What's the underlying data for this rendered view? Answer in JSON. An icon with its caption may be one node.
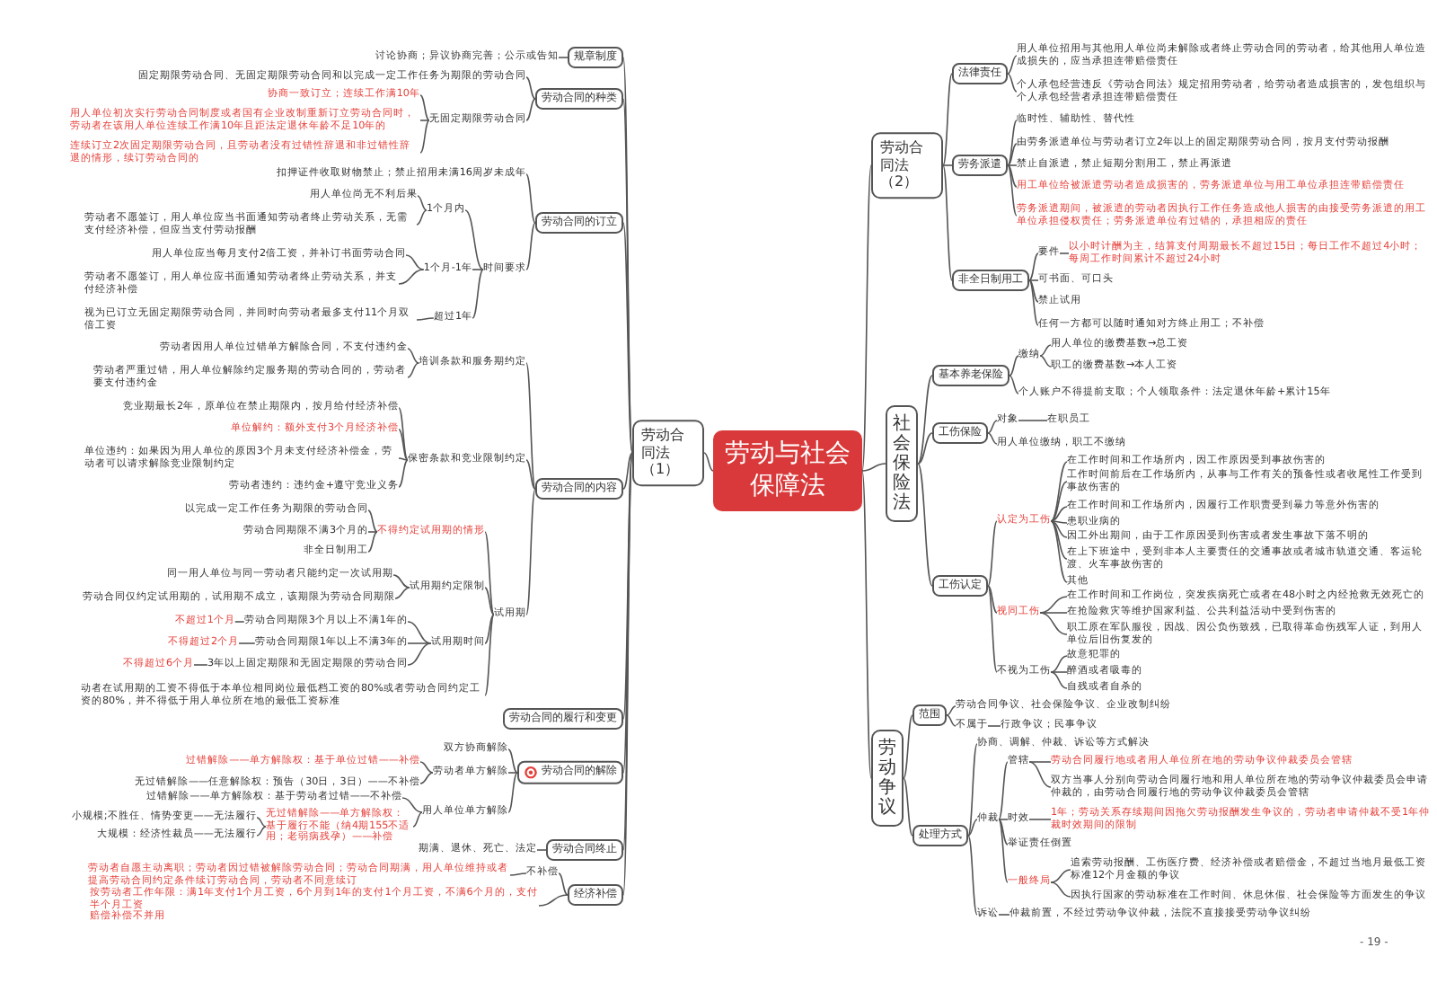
{
  "diagram": {
    "nodes": [
      {
        "text": [
          "劳动与社会保障法"
        ]
      },
      {
        "text": [
          "劳动合同法（1）"
        ]
      },
      {
        "text": [
          "规章制度"
        ]
      },
      {
        "text": [
          "讨论协商；异议协商完善；公示或告知"
        ]
      },
      {
        "text": [
          "劳动合同的种类"
        ]
      },
      {
        "text": [
          "固定期限劳动合同、无固定期限劳动合同和以完成一定工作任务为期限的劳动合同"
        ]
      },
      {
        "text": [
          "无固定期限劳动合同"
        ]
      },
      {
        "text": [
          "协商一致订立；连续工作满10年"
        ]
      },
      {
        "text": [
          "用人单位初次实行劳动合同制度或者国有企业改制重新订立劳动合同时，劳动者在该用人单位连续工作满10年且距法定退休年龄不足10年的"
        ]
      },
      {
        "text": [
          "连续订立2次固定期限劳动合同，且劳动者没有过错性辞退和非过错性辞退的情形，续订劳动合同的"
        ]
      },
      {
        "text": [
          "劳动合同的订立"
        ]
      },
      {
        "text": [
          "扣押证件收取财物禁止；禁止招用未满16周岁未成年"
        ]
      },
      {
        "text": [
          "时间要求"
        ]
      },
      {
        "text": [
          "1个月内"
        ]
      },
      {
        "text": [
          "用人单位尚无不利后果"
        ]
      },
      {
        "text": [
          "劳动者不愿签订，用人单位应当书面通知劳动者终止劳动关系，无需支付经济补偿，但应当支付劳动报酬"
        ]
      },
      {
        "text": [
          "1个月-1年"
        ]
      },
      {
        "text": [
          "用人单位应当每月支付2倍工资，并补订书面劳动合同"
        ]
      },
      {
        "text": [
          "劳动者不愿签订，用人单位应书面通知劳动者终止劳动关系，并支付经济补偿"
        ]
      },
      {
        "text": [
          "超过1年"
        ]
      },
      {
        "text": [
          "视为已订立无固定期限劳动合同，并同时向劳动者最多支付11个月双倍工资"
        ]
      },
      {
        "text": [
          "劳动合同的内容"
        ]
      },
      {
        "text": [
          "培训条款和服务期约定"
        ]
      },
      {
        "text": [
          "劳动者因用人单位过错单方解除合同，不支付违约金"
        ]
      },
      {
        "text": [
          "劳动者严重过错，用人单位解除约定服务期的劳动合同的，劳动者要支付违约金"
        ]
      },
      {
        "text": [
          "保密条款和竞业限制约定"
        ]
      },
      {
        "text": [
          "竞业期最长2年，原单位在禁止期限内，按月给付经济补偿"
        ]
      },
      {
        "text": [
          "单位解约：额外支付3个月经济补偿"
        ]
      },
      {
        "text": [
          "单位违约：如果因为用人单位的原因3个月未支付经济补偿金，劳动者可以请求解除竞业限制约定"
        ]
      },
      {
        "text": [
          "劳动者违约：违约金+遵守竞业义务"
        ]
      },
      {
        "text": [
          "试用期"
        ]
      },
      {
        "text": [
          "不得约定试用期的情形"
        ]
      },
      {
        "text": [
          "以完成一定工作任务为期限的劳动合同"
        ]
      },
      {
        "text": [
          "劳动合同期限不满3个月的"
        ]
      },
      {
        "text": [
          "非全日制用工"
        ]
      },
      {
        "text": [
          "试用期约定限制"
        ]
      },
      {
        "text": [
          "同一用人单位与同一劳动者只能约定一次试用期"
        ]
      },
      {
        "text": [
          "劳动合同仅约定试用期的，试用期不成立，该期限为劳动合同期限"
        ]
      },
      {
        "text": [
          "试用期时间"
        ]
      },
      {
        "text": [
          "劳动合同期限3个月以上不满1年的"
        ]
      },
      {
        "text": [
          "不超过1个月"
        ]
      },
      {
        "text": [
          "劳动合同期限1年以上不满3年的"
        ]
      },
      {
        "text": [
          "不得超过2个月"
        ]
      },
      {
        "text": [
          "3年以上固定期限和无固定期限的劳动合同"
        ]
      },
      {
        "text": [
          "不得超过6个月"
        ]
      },
      {
        "text": [
          "动者在试用期的工资不得低于本单位相同岗位最低档工资的80%或者劳动合同约定工资的80%，并不得低于用人单位所在地的最低工资标准"
        ]
      },
      {
        "text": [
          "劳动合同的履行和变更"
        ]
      },
      {
        "text": [
          "劳动合同的解除"
        ]
      },
      {
        "text": [
          "双方协商解除"
        ]
      },
      {
        "text": [
          "劳动者单方解除"
        ]
      },
      {
        "text": [
          "过错解除——单方解除权：基于单位过错——补偿"
        ]
      },
      {
        "text": [
          "无过错解除——任意解除权：预告（30日，3日）——不补偿"
        ]
      },
      {
        "text": [
          "用人单位单方解除"
        ]
      },
      {
        "text": [
          "过错解除——单方解除权：基于劳动者过错——不补偿"
        ]
      },
      {
        "text": [
          "无过错解除——单方解除权：基于履行不能（纳4期155不适用；老弱病残孕）——补偿"
        ]
      },
      {
        "text": [
          "小规模;不胜任、情势变更——无法履行"
        ]
      },
      {
        "text": [
          "大规模：经济性裁员——无法履行"
        ]
      },
      {
        "text": [
          "劳动合同终止"
        ]
      },
      {
        "text": [
          "期满、退休、死亡、法定"
        ]
      },
      {
        "text": [
          "经济补偿"
        ]
      },
      {
        "text": [
          "不补偿"
        ]
      },
      {
        "text": [
          "劳动者自愿主动离职；劳动者因过错被解除劳动合同；劳动合同期满，用人单位维持或者提高劳动合同约定条件续订劳动合同，劳动者不同意续订"
        ]
      },
      {
        "text": [
          "按劳动者工作年限：满1年支付1个月工资，6个月到1年的支付1个月工资，不满6个月的，支付半个月工资",
          "赔偿补偿不并用"
        ]
      },
      {
        "text": [
          "劳动合同法（2）"
        ]
      },
      {
        "text": [
          "法律责任"
        ]
      },
      {
        "text": [
          "用人单位招用与其他用人单位尚未解除或者终止劳动合同的劳动者，给其他用人单位造成损失的，应当承担连带赔偿责任"
        ]
      },
      {
        "text": [
          "个人承包经营违反《劳动合同法》规定招用劳动者，给劳动者造成损害的，发包组织与个人承包经营者承担连带赔偿责任"
        ]
      },
      {
        "text": [
          "劳务派遣"
        ]
      },
      {
        "text": [
          "临时性、辅助性、替代性"
        ]
      },
      {
        "text": [
          "由劳务派遣单位与劳动者订立2年以上的固定期限劳动合同，按月支付劳动报酬"
        ]
      },
      {
        "text": [
          "禁止自派遣，禁止短期分割用工，禁止再派遣"
        ]
      },
      {
        "text": [
          "用工单位给被派遣劳动者造成损害的，劳务派遣单位与用工单位承担连带赔偿责任"
        ]
      },
      {
        "text": [
          "劳务派遣期间，被派遣的劳动者因执行工作任务造成他人损害的由接受劳务派遣的用工单位承担侵权责任；劳务派遣单位有过错的，承担相应的责任"
        ]
      },
      {
        "text": [
          "非全日制用工"
        ]
      },
      {
        "text": [
          "要件"
        ]
      },
      {
        "text": [
          "以小时计酬为主，结算支付周期最长不超过15日；每日工作不超过4小时；每周工作时间累计不超过24小时"
        ]
      },
      {
        "text": [
          "可书面、可口头"
        ]
      },
      {
        "text": [
          "禁止试用"
        ]
      },
      {
        "text": [
          "任何一方都可以随时通知对方终止用工；不补偿"
        ]
      },
      {
        "text": [
          "社会保险法"
        ]
      },
      {
        "text": [
          "基本养老保险"
        ]
      },
      {
        "text": [
          "缴纳"
        ]
      },
      {
        "text": [
          "用人单位的缴费基数→总工资"
        ]
      },
      {
        "text": [
          "职工的缴费基数→本人工资"
        ]
      },
      {
        "text": [
          "个人账户不得提前支取；个人领取条件：法定退休年龄+累计15年"
        ]
      },
      {
        "text": [
          "工伤保险"
        ]
      },
      {
        "text": [
          "对象"
        ]
      },
      {
        "text": [
          "用人单位缴纳，职工不缴纳"
        ]
      },
      {
        "text": [
          "工伤认定"
        ]
      },
      {
        "text": [
          "认定为工伤"
        ]
      },
      {
        "text": [
          "在工作时间和工作场所内，因工作原因受到事故伤害的"
        ]
      },
      {
        "text": [
          "工作时间前后在工作场所内，从事与工作有关的预备性或者收尾性工作受到事故伤害的"
        ]
      },
      {
        "text": [
          "在工作时间和工作场所内，因履行工作职责受到暴力等意外伤害的"
        ]
      },
      {
        "text": [
          "患职业病的"
        ]
      },
      {
        "text": [
          "因工外出期间，由于工作原因受到伤害或者发生事故下落不明的"
        ]
      },
      {
        "text": [
          "在上下班途中，受到非本人主要责任的交通事故或者城市轨道交通、客运轮渡、火车事故伤害的"
        ]
      },
      {
        "text": [
          "其他"
        ]
      },
      {
        "text": [
          "视同工伤"
        ]
      },
      {
        "text": [
          "在工作时间和工作岗位，突发疾病死亡或者在48小时之内经抢救无效死亡的"
        ]
      },
      {
        "text": [
          "在抢险救灾等维护国家利益、公共利益活动中受到伤害的"
        ]
      },
      {
        "text": [
          "职工原在军队服役，因战、因公负伤致残，已取得革命伤残军人证，到用人单位后旧伤复发的"
        ]
      },
      {
        "text": [
          "不视为工伤"
        ]
      },
      {
        "text": [
          "故意犯罪的"
        ]
      },
      {
        "text": [
          "醉酒或者吸毒的"
        ]
      },
      {
        "text": [
          "自残或者自杀的"
        ]
      },
      {
        "text": [
          "劳动争议"
        ]
      },
      {
        "text": [
          "范围"
        ]
      },
      {
        "text": [
          "劳动合同争议、社会保险争议、企业改制纠纷"
        ]
      },
      {
        "text": [
          "不属于"
        ]
      },
      {
        "text": [
          "行政争议；民事争议"
        ]
      },
      {
        "text": [
          "处理方式"
        ]
      },
      {
        "text": [
          "协商、调解、仲裁、诉讼等方式解决"
        ]
      },
      {
        "text": [
          "仲裁"
        ]
      },
      {
        "text": [
          "管辖"
        ]
      },
      {
        "text": [
          "劳动合同履行地或者用人单位所在地的劳动争议仲裁委员会管辖"
        ]
      },
      {
        "text": [
          "双方当事人分别向劳动合同履行地和用人单位所在地的劳动争议仲裁委员会申请仲裁的，由劳动合同履行地的劳动争议仲裁委员会管辖"
        ]
      },
      {
        "text": [
          "时效"
        ]
      },
      {
        "text": [
          "1年；劳动关系存续期间因拖欠劳动报酬发生争议的，劳动者申请仲裁不受1年仲裁时效期间的限制"
        ]
      },
      {
        "text": [
          "举证责任倒置"
        ]
      },
      {
        "text": [
          "一般终局"
        ]
      },
      {
        "text": [
          "追索劳动报酬、工伤医疗费、经济补偿或者赔偿金，不超过当地月最低工资标准12个月金额的争议"
        ]
      },
      {
        "text": [
          "因执行国家的劳动标准在工作时间、休息休假、社会保险等方面发生的争议"
        ]
      },
      {
        "text": [
          "诉讼"
        ]
      },
      {
        "text": [
          "仲裁前置，不经过劳动争议仲裁，法院不直接接受劳动争议纠纷"
        ]
      },
      {
        "text": [
          "在职员工"
        ]
      }
    ],
    "edges": [
      {
        "from": 0,
        "to": 1,
        "arrow": "none"
      },
      {
        "from": 0,
        "to": 63,
        "arrow": "none"
      },
      {
        "from": 0,
        "to": 79,
        "arrow": "none"
      },
      {
        "from": 0,
        "to": 105,
        "arrow": "none"
      },
      {
        "from": 1,
        "to": 2,
        "arrow": "none"
      },
      {
        "from": 1,
        "to": 4,
        "arrow": "none"
      },
      {
        "from": 1,
        "to": 10,
        "arrow": "none"
      },
      {
        "from": 1,
        "to": 21,
        "arrow": "none"
      },
      {
        "from": 1,
        "to": 46,
        "arrow": "none"
      },
      {
        "from": 1,
        "to": 47,
        "arrow": "none"
      },
      {
        "from": 1,
        "to": 57,
        "arrow": "none"
      },
      {
        "from": 1,
        "to": 59,
        "arrow": "none"
      },
      {
        "from": 2,
        "to": 3,
        "arrow": "none"
      },
      {
        "from": 4,
        "to": 5,
        "arrow": "none"
      },
      {
        "from": 4,
        "to": 6,
        "arrow": "none"
      },
      {
        "from": 6,
        "to": 7,
        "arrow": "none"
      },
      {
        "from": 6,
        "to": 8,
        "arrow": "none"
      },
      {
        "from": 6,
        "to": 9,
        "arrow": "none"
      },
      {
        "from": 10,
        "to": 11,
        "arrow": "none"
      },
      {
        "from": 10,
        "to": 12,
        "arrow": "none"
      },
      {
        "from": 12,
        "to": 13,
        "arrow": "none"
      },
      {
        "from": 12,
        "to": 16,
        "arrow": "none"
      },
      {
        "from": 12,
        "to": 19,
        "arrow": "none"
      },
      {
        "from": 13,
        "to": 14,
        "arrow": "none"
      },
      {
        "from": 13,
        "to": 15,
        "arrow": "none"
      },
      {
        "from": 16,
        "to": 17,
        "arrow": "none"
      },
      {
        "from": 16,
        "to": 18,
        "arrow": "none"
      },
      {
        "from": 19,
        "to": 20,
        "arrow": "none"
      },
      {
        "from": 21,
        "to": 22,
        "arrow": "none"
      },
      {
        "from": 21,
        "to": 25,
        "arrow": "none"
      },
      {
        "from": 21,
        "to": 30,
        "arrow": "none"
      },
      {
        "from": 22,
        "to": 23,
        "arrow": "none"
      },
      {
        "from": 22,
        "to": 24,
        "arrow": "none"
      },
      {
        "from": 25,
        "to": 26,
        "arrow": "none"
      },
      {
        "from": 25,
        "to": 27,
        "arrow": "none"
      },
      {
        "from": 25,
        "to": 28,
        "arrow": "none"
      },
      {
        "from": 25,
        "to": 29,
        "arrow": "none"
      },
      {
        "from": 30,
        "to": 31,
        "arrow": "none"
      },
      {
        "from": 30,
        "to": 35,
        "arrow": "none"
      },
      {
        "from": 30,
        "to": 38,
        "arrow": "none"
      },
      {
        "from": 30,
        "to": 45,
        "arrow": "none"
      },
      {
        "from": 31,
        "to": 32,
        "arrow": "none"
      },
      {
        "from": 31,
        "to": 33,
        "arrow": "none"
      },
      {
        "from": 31,
        "to": 34,
        "arrow": "none"
      },
      {
        "from": 35,
        "to": 36,
        "arrow": "none"
      },
      {
        "from": 35,
        "to": 37,
        "arrow": "none"
      },
      {
        "from": 38,
        "to": 39,
        "arrow": "none"
      },
      {
        "from": 38,
        "to": 41,
        "arrow": "none"
      },
      {
        "from": 38,
        "to": 43,
        "arrow": "none"
      },
      {
        "from": 39,
        "to": 40,
        "arrow": "none"
      },
      {
        "from": 41,
        "to": 42,
        "arrow": "none"
      },
      {
        "from": 43,
        "to": 44,
        "arrow": "none"
      },
      {
        "from": 47,
        "to": 48,
        "arrow": "none"
      },
      {
        "from": 47,
        "to": 49,
        "arrow": "none"
      },
      {
        "from": 47,
        "to": 52,
        "arrow": "none"
      },
      {
        "from": 49,
        "to": 50,
        "arrow": "none"
      },
      {
        "from": 49,
        "to": 51,
        "arrow": "none"
      },
      {
        "from": 52,
        "to": 53,
        "arrow": "none"
      },
      {
        "from": 52,
        "to": 54,
        "arrow": "none"
      },
      {
        "from": 54,
        "to": 55,
        "arrow": "none"
      },
      {
        "from": 54,
        "to": 56,
        "arrow": "none"
      },
      {
        "from": 57,
        "to": 58,
        "arrow": "none"
      },
      {
        "from": 59,
        "to": 60,
        "arrow": "none"
      },
      {
        "from": 59,
        "to": 62,
        "arrow": "none"
      },
      {
        "from": 60,
        "to": 61,
        "arrow": "none"
      },
      {
        "from": 63,
        "to": 64,
        "arrow": "none"
      },
      {
        "from": 63,
        "to": 67,
        "arrow": "none"
      },
      {
        "from": 63,
        "to": 73,
        "arrow": "none"
      },
      {
        "from": 64,
        "to": 65,
        "arrow": "none"
      },
      {
        "from": 64,
        "to": 66,
        "arrow": "none"
      },
      {
        "from": 67,
        "to": 68,
        "arrow": "none"
      },
      {
        "from": 67,
        "to": 69,
        "arrow": "none"
      },
      {
        "from": 67,
        "to": 70,
        "arrow": "none"
      },
      {
        "from": 67,
        "to": 71,
        "arrow": "none"
      },
      {
        "from": 67,
        "to": 72,
        "arrow": "none"
      },
      {
        "from": 73,
        "to": 74,
        "arrow": "none"
      },
      {
        "from": 73,
        "to": 76,
        "arrow": "none"
      },
      {
        "from": 73,
        "to": 77,
        "arrow": "none"
      },
      {
        "from": 73,
        "to": 78,
        "arrow": "none"
      },
      {
        "from": 74,
        "to": 75,
        "arrow": "none"
      },
      {
        "from": 79,
        "to": 80,
        "arrow": "none"
      },
      {
        "from": 79,
        "to": 85,
        "arrow": "none"
      },
      {
        "from": 79,
        "to": 88,
        "arrow": "none"
      },
      {
        "from": 80,
        "to": 81,
        "arrow": "none"
      },
      {
        "from": 80,
        "to": 84,
        "arrow": "none"
      },
      {
        "from": 81,
        "to": 82,
        "arrow": "none"
      },
      {
        "from": 81,
        "to": 83,
        "arrow": "none"
      },
      {
        "from": 85,
        "to": 86,
        "arrow": "none"
      },
      {
        "from": 85,
        "to": 87,
        "arrow": "none"
      },
      {
        "from": 86,
        "to": 124,
        "arrow": "none"
      },
      {
        "from": 88,
        "to": 89,
        "arrow": "none"
      },
      {
        "from": 88,
        "to": 97,
        "arrow": "none"
      },
      {
        "from": 88,
        "to": 101,
        "arrow": "none"
      },
      {
        "from": 89,
        "to": 90,
        "arrow": "none"
      },
      {
        "from": 89,
        "to": 91,
        "arrow": "none"
      },
      {
        "from": 89,
        "to": 92,
        "arrow": "none"
      },
      {
        "from": 89,
        "to": 93,
        "arrow": "none"
      },
      {
        "from": 89,
        "to": 94,
        "arrow": "none"
      },
      {
        "from": 89,
        "to": 95,
        "arrow": "none"
      },
      {
        "from": 89,
        "to": 96,
        "arrow": "none"
      },
      {
        "from": 97,
        "to": 98,
        "arrow": "none"
      },
      {
        "from": 97,
        "to": 99,
        "arrow": "none"
      },
      {
        "from": 97,
        "to": 100,
        "arrow": "none"
      },
      {
        "from": 101,
        "to": 102,
        "arrow": "none"
      },
      {
        "from": 101,
        "to": 103,
        "arrow": "none"
      },
      {
        "from": 101,
        "to": 104,
        "arrow": "none"
      },
      {
        "from": 105,
        "to": 106,
        "arrow": "none"
      },
      {
        "from": 105,
        "to": 110,
        "arrow": "none"
      },
      {
        "from": 106,
        "to": 107,
        "arrow": "none"
      },
      {
        "from": 106,
        "to": 108,
        "arrow": "none"
      },
      {
        "from": 108,
        "to": 109,
        "arrow": "none"
      },
      {
        "from": 110,
        "to": 111,
        "arrow": "none"
      },
      {
        "from": 110,
        "to": 112,
        "arrow": "none"
      },
      {
        "from": 110,
        "to": 122,
        "arrow": "none"
      },
      {
        "from": 112,
        "to": 113,
        "arrow": "none"
      },
      {
        "from": 112,
        "to": 116,
        "arrow": "none"
      },
      {
        "from": 112,
        "to": 118,
        "arrow": "none"
      },
      {
        "from": 112,
        "to": 119,
        "arrow": "none"
      },
      {
        "from": 113,
        "to": 114,
        "arrow": "none"
      },
      {
        "from": 113,
        "to": 115,
        "arrow": "none"
      },
      {
        "from": 116,
        "to": 117,
        "arrow": "none"
      },
      {
        "from": 119,
        "to": 120,
        "arrow": "none"
      },
      {
        "from": 119,
        "to": 121,
        "arrow": "none"
      },
      {
        "from": 122,
        "to": 123,
        "arrow": "none"
      }
    ],
    "labels": [
      "- 19 -"
    ]
  }
}
